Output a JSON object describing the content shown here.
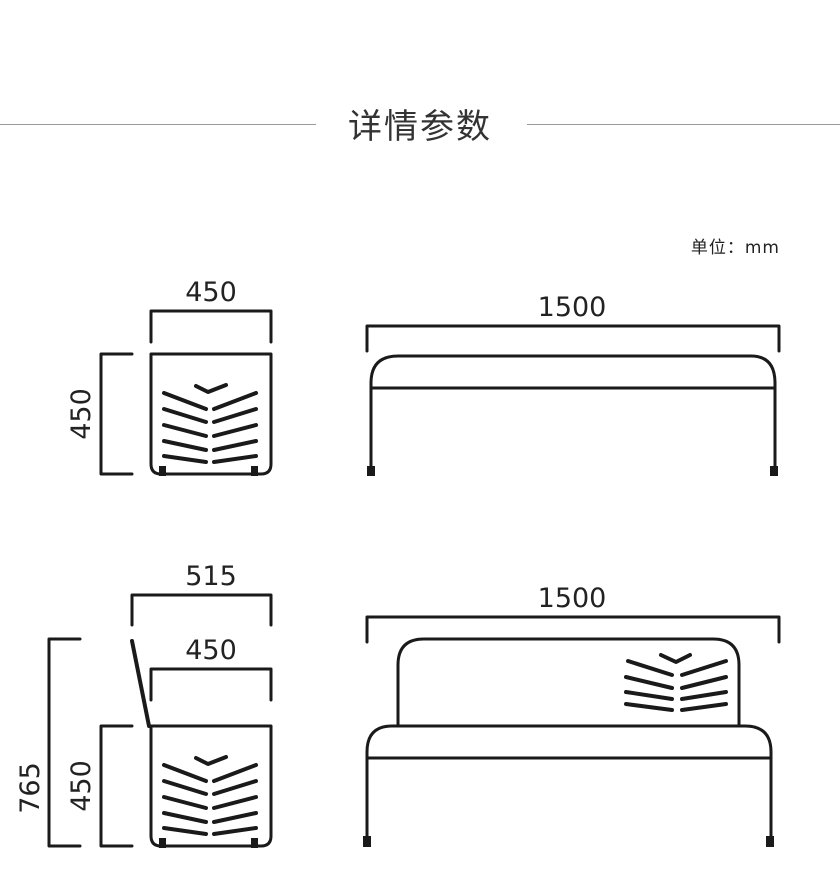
{
  "header": {
    "title": "详情参数"
  },
  "unit_label": "单位：mm",
  "bench_views": {
    "backless_side": {
      "width": "450",
      "height": "450"
    },
    "backless_front": {
      "length": "1500"
    },
    "backrest_side": {
      "depth_total": "515",
      "depth_seat": "450",
      "height_total": "765",
      "height_seat": "450"
    },
    "backrest_front": {
      "length": "1500"
    }
  },
  "colors": {
    "line": "#1a1a1a",
    "rule": "#9a9a9a",
    "text": "#222222"
  }
}
